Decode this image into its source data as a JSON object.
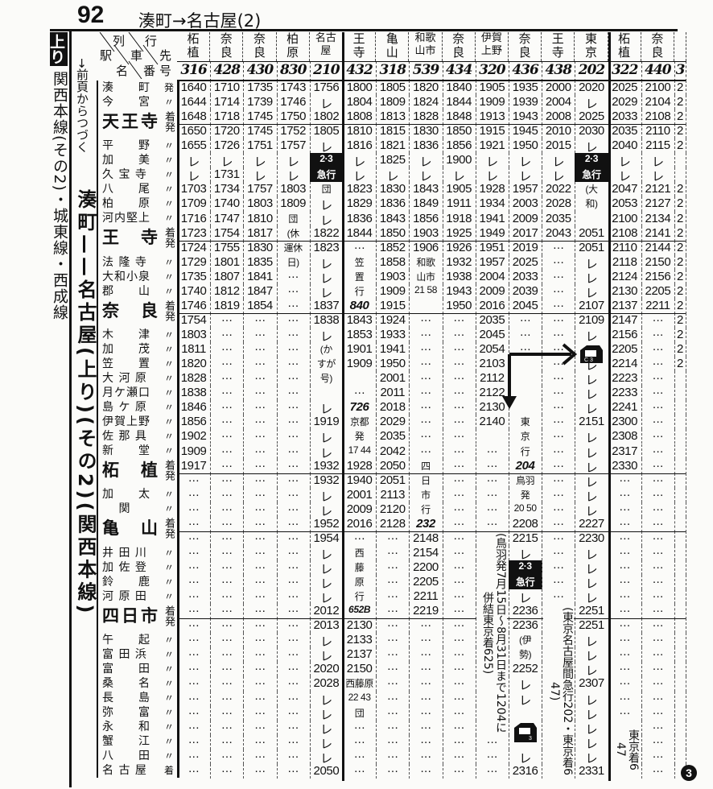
{
  "header": {
    "page_number": "92",
    "title": "湊町→名古屋(2)"
  },
  "side": {
    "badge": "上り",
    "line_title": "関西本線(その2)・城東線・西成線",
    "continued": "→前頁からつづく",
    "big_title": "湊町——名古屋(上り)(その2)(関西本線)"
  },
  "corner": {
    "train": "列",
    "car": "車",
    "dest1": "行",
    "dest2": "先",
    "station1": "駅",
    "station2": "名",
    "number1": "番",
    "number2": "号"
  },
  "stations": [
    {
      "name": "湊　　町",
      "mark": "発",
      "span": 1
    },
    {
      "name": "今　　宮",
      "mark": "〃",
      "span": 1
    },
    {
      "name": "天王寺",
      "mark": "着発",
      "span": 2,
      "big": true
    },
    {
      "name": "平　　野",
      "mark": "〃",
      "span": 1
    },
    {
      "name": "加　　美",
      "mark": "〃",
      "span": 1
    },
    {
      "name": "久 宝 寺",
      "mark": "〃",
      "span": 1
    },
    {
      "name": "八　　尾",
      "mark": "〃",
      "span": 1
    },
    {
      "name": "柏　　原",
      "mark": "〃",
      "span": 1
    },
    {
      "name": "河内堅上",
      "mark": "〃",
      "span": 1
    },
    {
      "name": "王　寺",
      "mark": "着発",
      "span": 2,
      "big": true
    },
    {
      "name": "法 隆 寺",
      "mark": "〃",
      "span": 1
    },
    {
      "name": "大和小泉",
      "mark": "〃",
      "span": 1
    },
    {
      "name": "郡　　山",
      "mark": "〃",
      "span": 1
    },
    {
      "name": "奈　良",
      "mark": "着発",
      "span": 2,
      "big": true
    },
    {
      "name": "木　　津",
      "mark": "〃",
      "span": 1
    },
    {
      "name": "加　　茂",
      "mark": "〃",
      "span": 1
    },
    {
      "name": "笠　　置",
      "mark": "〃",
      "span": 1
    },
    {
      "name": "大 河 原",
      "mark": "〃",
      "span": 1
    },
    {
      "name": "月ケ瀬口",
      "mark": "〃",
      "span": 1
    },
    {
      "name": "島 ケ 原",
      "mark": "〃",
      "span": 1
    },
    {
      "name": "伊賀上野",
      "mark": "〃",
      "span": 1
    },
    {
      "name": "佐 那 具",
      "mark": "〃",
      "span": 1
    },
    {
      "name": "新　　堂",
      "mark": "〃",
      "span": 1
    },
    {
      "name": "柘　植",
      "mark": "着発",
      "span": 2,
      "big": true
    },
    {
      "name": "加　　太",
      "mark": "〃",
      "span": 1
    },
    {
      "name": "　 関",
      "mark": "〃",
      "span": 1
    },
    {
      "name": "亀　山",
      "mark": "着発",
      "span": 2,
      "big": true
    },
    {
      "name": "井 田 川",
      "mark": "〃",
      "span": 1
    },
    {
      "name": "加 佐 登",
      "mark": "〃",
      "span": 1
    },
    {
      "name": "鈴　　鹿",
      "mark": "〃",
      "span": 1
    },
    {
      "name": "河 原 田",
      "mark": "〃",
      "span": 1
    },
    {
      "name": "四日市",
      "mark": "着発",
      "span": 2,
      "big": true
    },
    {
      "name": "午　　起",
      "mark": "〃",
      "span": 1
    },
    {
      "name": "富 田 浜",
      "mark": "〃",
      "span": 1
    },
    {
      "name": "富　　田",
      "mark": "〃",
      "span": 1
    },
    {
      "name": "桑　　名",
      "mark": "〃",
      "span": 1
    },
    {
      "name": "長　　島",
      "mark": "〃",
      "span": 1
    },
    {
      "name": "弥　　富",
      "mark": "〃",
      "span": 1
    },
    {
      "name": "永　　和",
      "mark": "〃",
      "span": 1
    },
    {
      "name": "蟹　　江",
      "mark": "〃",
      "span": 1
    },
    {
      "name": "八　　田",
      "mark": "〃",
      "span": 1
    },
    {
      "name": "名 古 屋",
      "mark": "着",
      "span": 1
    }
  ],
  "columns": [
    {
      "dest": "柘植",
      "number": "316",
      "cells": [
        "1640",
        "1644",
        "1648",
        "1650",
        "1655",
        "レ",
        "レ",
        "1703",
        "1709",
        "1716",
        "1723",
        "1724",
        "1729",
        "1735",
        "1740",
        "1746",
        "1754",
        "1803",
        "1811",
        "1820",
        "1828",
        "1838",
        "1846",
        "1856",
        "1902",
        "1909",
        "1917",
        "···",
        "···",
        "···",
        "···",
        "···",
        "···",
        "···",
        "···",
        "···",
        "···",
        "···",
        "···",
        "···",
        "···",
        "···",
        "···",
        "···",
        "···",
        "···",
        "···",
        "···"
      ]
    },
    {
      "dest": "奈良",
      "number": "428",
      "cells": [
        "1710",
        "1714",
        "1718",
        "1720",
        "1726",
        "レ",
        "1731",
        "1734",
        "1740",
        "1747",
        "1754",
        "1755",
        "1801",
        "1807",
        "1812",
        "1819",
        "···",
        "···",
        "···",
        "···",
        "···",
        "···",
        "···",
        "···",
        "···",
        "···",
        "···",
        "···",
        "···",
        "···",
        "···",
        "···",
        "···",
        "···",
        "···",
        "···",
        "···",
        "···",
        "···",
        "···",
        "···",
        "···",
        "···",
        "···",
        "···",
        "···",
        "···",
        "···"
      ]
    },
    {
      "dest": "奈良",
      "number": "430",
      "cells": [
        "1735",
        "1739",
        "1745",
        "1745",
        "1751",
        "レ",
        "レ",
        "1757",
        "1803",
        "1810",
        "1817",
        "1830",
        "1835",
        "1841",
        "1847",
        "1854",
        "···",
        "···",
        "···",
        "···",
        "···",
        "···",
        "···",
        "···",
        "···",
        "···",
        "···",
        "···",
        "···",
        "···",
        "···",
        "···",
        "···",
        "···",
        "···",
        "···",
        "···",
        "···",
        "···",
        "···",
        "···",
        "···",
        "···",
        "···",
        "···",
        "···",
        "···",
        "···"
      ]
    },
    {
      "dest": "柏原",
      "number": "830",
      "cells": [
        "1743",
        "1746",
        "1750",
        "1752",
        "1757",
        "レ",
        "レ",
        "1803",
        "1809",
        "団",
        "(休",
        "運休",
        "日)",
        "···",
        "···",
        "···",
        "···",
        "···",
        "···",
        "···",
        "···",
        "···",
        "···",
        "···",
        "···",
        "···",
        "···",
        "···",
        "···",
        "···",
        "···",
        "···",
        "···",
        "···",
        "···",
        "···",
        "···",
        "···",
        "···",
        "···",
        "···",
        "···",
        "···",
        "···",
        "···",
        "···",
        "···",
        "···"
      ]
    },
    {
      "dest": "名古屋",
      "number": "210",
      "cells": [
        "1756",
        "レ",
        "1802",
        "1805",
        "レ",
        "2·3",
        "急行",
        "団",
        "レ",
        "レ",
        "1822",
        "1823",
        "レ",
        "レ",
        "レ",
        "1837",
        "1838",
        "レ",
        "(か",
        "すが",
        "号)",
        "",
        "レ",
        "1919",
        "レ",
        "レ",
        "1932",
        "1932",
        "レ",
        "レ",
        "1952",
        "1954",
        "レ",
        "レ",
        "レ",
        "レ",
        "2012",
        "2013",
        "レ",
        "レ",
        "2020",
        "2028",
        "レ",
        "レ",
        "レ",
        "レ",
        "レ",
        "2050"
      ]
    },
    {
      "dest": "王寺",
      "number": "432",
      "cells": [
        "1800",
        "1804",
        "1808",
        "1810",
        "1816",
        "レ",
        "レ",
        "1823",
        "1829",
        "1836",
        "1844",
        "···",
        "笠",
        "置",
        "行",
        "840",
        "1843",
        "1853",
        "1901",
        "1909",
        "",
        "···",
        "726",
        "京都",
        "発",
        "17 44",
        "1928",
        "1940",
        "2001",
        "2009",
        "2016",
        "···",
        "西",
        "藤",
        "原",
        "行",
        "652B",
        "2130",
        "2133",
        "2137",
        "2150",
        "西藤原",
        "22 43",
        "団",
        "···",
        "···",
        "···",
        "···"
      ]
    },
    {
      "dest": "亀山",
      "number": "318",
      "cells": [
        "1805",
        "1809",
        "1813",
        "1815",
        "1821",
        "1825",
        "レ",
        "1830",
        "1836",
        "1843",
        "1850",
        "1852",
        "1858",
        "1903",
        "1909",
        "1915",
        "1924",
        "1933",
        "1941",
        "1950",
        "2001",
        "2011",
        "2018",
        "2029",
        "2035",
        "2042",
        "2050",
        "2051",
        "2113",
        "2120",
        "2128",
        "···",
        "···",
        "···",
        "···",
        "···",
        "···",
        "···",
        "···",
        "···",
        "···",
        "···",
        "···",
        "···",
        "···",
        "···",
        "···",
        "···"
      ]
    },
    {
      "dest": "和歌山市",
      "number": "539",
      "cells": [
        "1820",
        "1824",
        "1828",
        "1830",
        "1836",
        "レ",
        "レ",
        "1843",
        "1849",
        "1856",
        "1903",
        "1906",
        "和歌",
        "山市",
        "21 58",
        "",
        "···",
        "···",
        "···",
        "···",
        "···",
        "···",
        "···",
        "···",
        "···",
        "···",
        "四",
        "日",
        "市",
        "行",
        "232",
        "2148",
        "2154",
        "2200",
        "2205",
        "2211",
        "2219",
        "···",
        "···",
        "···",
        "···",
        "···",
        "···",
        "···",
        "···",
        "···",
        "···",
        "···"
      ]
    },
    {
      "dest": "奈良",
      "number": "434",
      "cells": [
        "1840",
        "1844",
        "1848",
        "1850",
        "1856",
        "1900",
        "レ",
        "1905",
        "1911",
        "1918",
        "1925",
        "1926",
        "1932",
        "1938",
        "1943",
        "1950",
        "···",
        "···",
        "···",
        "···",
        "···",
        "···",
        "···",
        "···",
        "···",
        "···",
        "···",
        "···",
        "···",
        "···",
        "···",
        "···",
        "···",
        "···",
        "···",
        "···",
        "···",
        "···",
        "···",
        "···",
        "···",
        "···",
        "···",
        "···",
        "···",
        "···",
        "···",
        "···"
      ]
    },
    {
      "dest": "伊賀上野",
      "number": "320",
      "cells": [
        "1905",
        "1909",
        "1913",
        "1915",
        "1921",
        "レ",
        "レ",
        "1928",
        "1934",
        "1941",
        "1949",
        "1951",
        "1957",
        "2004",
        "2009",
        "2016",
        "2035",
        "2045",
        "2054",
        "2103",
        "2112",
        "2122",
        "2130",
        "2140",
        "",
        "···",
        "···",
        "···",
        "···",
        "···",
        "···",
        "",
        "",
        "",
        "",
        "",
        "",
        "",
        "",
        "",
        "",
        "",
        "",
        "",
        "",
        "···",
        "···",
        "···"
      ]
    },
    {
      "dest": "奈良",
      "number": "436",
      "cells": [
        "1935",
        "1939",
        "1943",
        "1945",
        "1950",
        "レ",
        "レ",
        "1957",
        "2003",
        "2009",
        "2017",
        "2019",
        "2025",
        "2033",
        "2039",
        "2045",
        "···",
        "···",
        "···",
        "",
        "",
        "",
        "",
        "東",
        "京",
        "行",
        "204",
        "鳥羽",
        "発",
        "20 50",
        "2208",
        "2215",
        "レ",
        "2·3",
        "急行",
        "レ",
        "2236",
        "2236",
        "(伊",
        "勢)",
        "2252",
        "レ",
        "レ",
        "",
        "",
        "",
        "レ",
        "2316"
      ]
    },
    {
      "dest": "王寺",
      "number": "438",
      "cells": [
        "2000",
        "2004",
        "2008",
        "2010",
        "2015",
        "レ",
        "レ",
        "2022",
        "2028",
        "2035",
        "2043",
        "···",
        "···",
        "···",
        "···",
        "···",
        "···",
        "···",
        "···",
        "···",
        "···",
        "···",
        "···",
        "···",
        "···",
        "···",
        "···",
        "···",
        "···",
        "···",
        "···",
        "···",
        "···",
        "···",
        "···",
        "···",
        "",
        "",
        "",
        "",
        "",
        "",
        "",
        "",
        "",
        "",
        "",
        ""
      ]
    },
    {
      "dest": "東京",
      "number": "202",
      "cells": [
        "2020",
        "レ",
        "2025",
        "2030",
        "レ",
        "2·3",
        "急行",
        "(大",
        "和)",
        "",
        "2051",
        "2051",
        "レ",
        "レ",
        "レ",
        "2107",
        "2109",
        "レ",
        "",
        "レ",
        "レ",
        "レ",
        "レ",
        "2151",
        "レ",
        "レ",
        "レ",
        "レ",
        "レ",
        "レ",
        "2227",
        "2230",
        "レ",
        "レ",
        "レ",
        "レ",
        "2251",
        "2251",
        "レ",
        "レ",
        "レ",
        "2307",
        "レ",
        "レ",
        "レ",
        "レ",
        "レ",
        "2331"
      ]
    },
    {
      "dest": "柘植",
      "number": "322",
      "cells": [
        "2025",
        "2029",
        "2033",
        "2035",
        "2040",
        "レ",
        "レ",
        "2047",
        "2053",
        "2100",
        "2108",
        "2110",
        "2118",
        "2124",
        "2130",
        "2137",
        "2147",
        "2156",
        "2205",
        "2214",
        "2223",
        "2233",
        "2241",
        "2300",
        "2308",
        "2317",
        "2330",
        "···",
        "···",
        "···",
        "···",
        "···",
        "···",
        "···",
        "···",
        "···",
        "···",
        "···",
        "···",
        "···",
        "···",
        "···",
        "···",
        "···",
        "",
        "",
        "",
        ""
      ]
    },
    {
      "dest": "奈良",
      "number": "440",
      "cells": [
        "2100",
        "2104",
        "2108",
        "2110",
        "2115",
        "レ",
        "レ",
        "2121",
        "2127",
        "2134",
        "2141",
        "2144",
        "2150",
        "2156",
        "2205",
        "2211",
        "···",
        "···",
        "···",
        "···",
        "···",
        "···",
        "···",
        "···",
        "···",
        "···",
        "···",
        "···",
        "···",
        "···",
        "···",
        "···",
        "···",
        "···",
        "···",
        "···",
        "···",
        "···",
        "···",
        "···",
        "···",
        "···",
        "···",
        "···",
        "···",
        "···",
        "···",
        "···"
      ]
    },
    {
      "dest": "",
      "number": "3",
      "cells": [
        "2",
        "2",
        "2",
        "2",
        "2",
        "",
        "",
        "2",
        "2",
        "2",
        "2",
        "2",
        "2",
        "2",
        "2",
        "2",
        "2",
        "2",
        "2",
        "2",
        "",
        "",
        "",
        "",
        "",
        "",
        "",
        "",
        "",
        "",
        "",
        "",
        "",
        "",
        "",
        "",
        "",
        "",
        "",
        "",
        "",
        "",
        "",
        "",
        "",
        "",
        "",
        ""
      ]
    }
  ],
  "notes": {
    "toba": "(鳥羽発7月15日〜8月31日まで1204に併結東京着625)",
    "tokyo_nagoya": "(東京名古屋間急行202・東京着6 47)",
    "tokyo_arr": "東京着6 47"
  },
  "footer": {
    "mark": "3"
  },
  "colors": {
    "ink": "#111111",
    "paper": "#fbfbf9"
  }
}
